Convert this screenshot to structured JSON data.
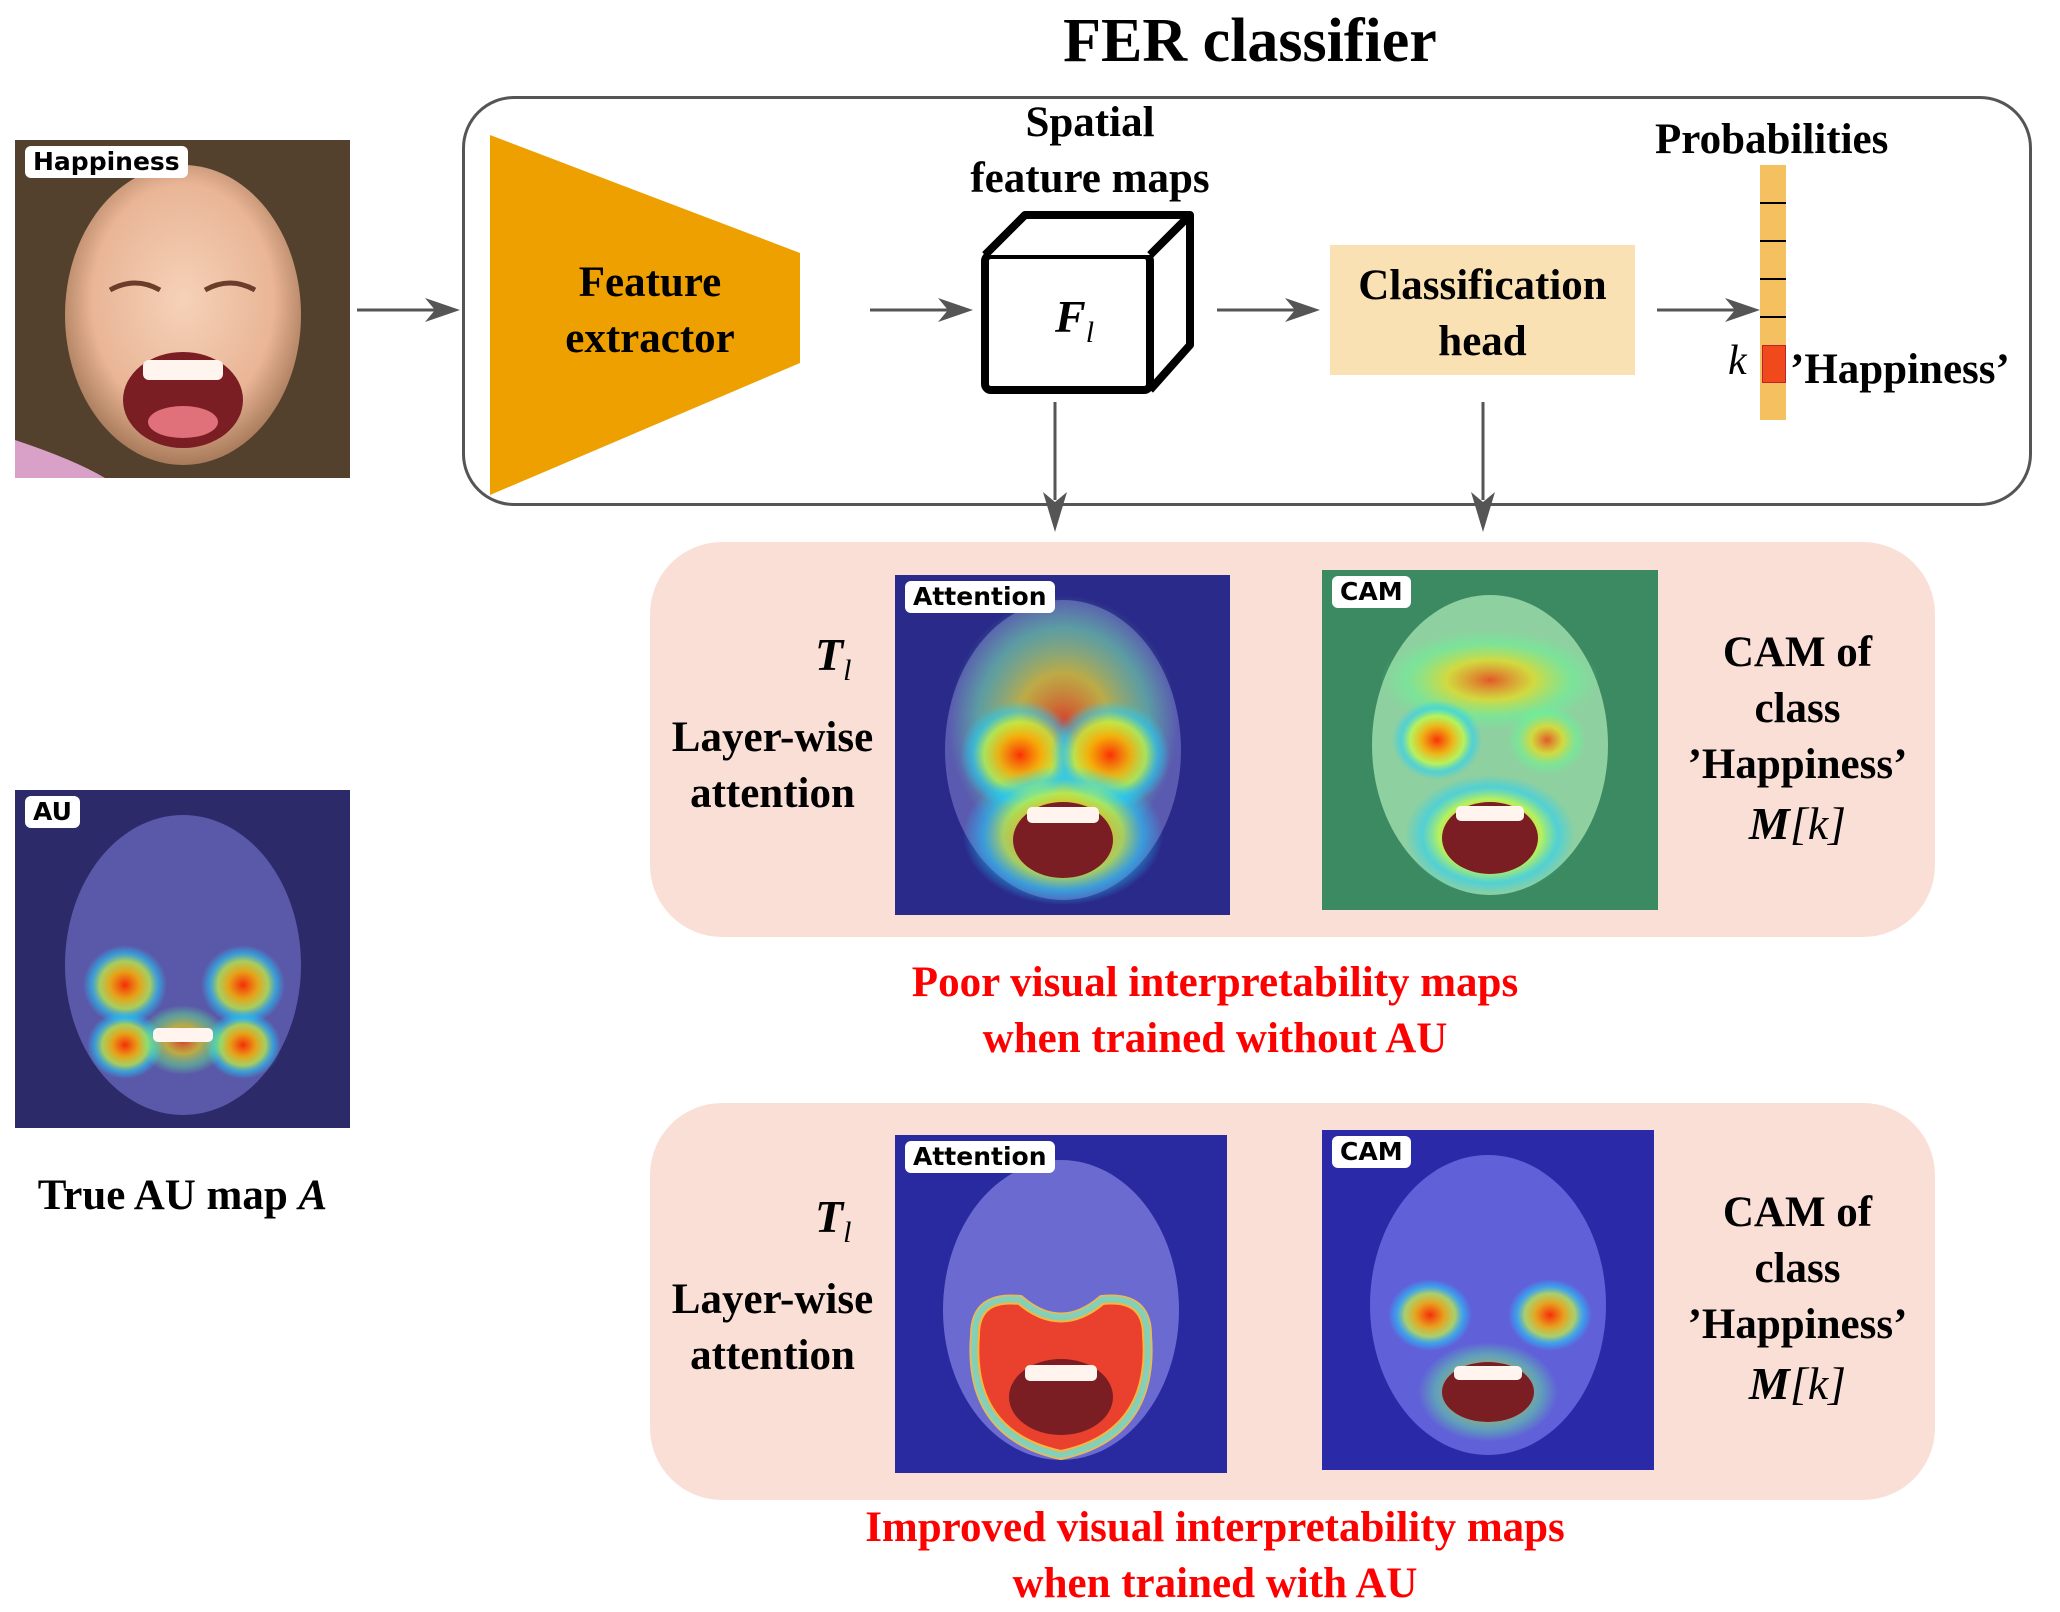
{
  "title": "FER classifier",
  "input": {
    "tag": "Happiness"
  },
  "feature_extractor": {
    "line1": "Feature",
    "line2": "extractor"
  },
  "spatial": {
    "line1": "Spatial",
    "line2": "feature maps",
    "symbol": "F",
    "subscript": "l"
  },
  "classification_head": {
    "line1": "Classification",
    "line2": "head"
  },
  "probabilities": {
    "label": "Probabilities",
    "index": "k",
    "class": "’Happiness’"
  },
  "panel_top": {
    "tl_symbol": "T",
    "tl_subscript": "l",
    "left_line1": "Layer-wise",
    "left_line2": "attention",
    "attention_tag": "Attention",
    "cam_tag": "CAM",
    "right_line1": "CAM of",
    "right_line2": "class",
    "right_line3": "’Happiness’",
    "m_symbol": "M",
    "m_index": "[k]"
  },
  "caption_top": {
    "line1": "Poor visual interpretability maps",
    "line2": "when trained without AU"
  },
  "panel_bottom": {
    "tl_symbol": "T",
    "tl_subscript": "l",
    "left_line1": "Layer-wise",
    "left_line2": "attention",
    "attention_tag": "Attention",
    "cam_tag": "CAM",
    "right_line1": "CAM of",
    "right_line2": "class",
    "right_line3": "’Happiness’",
    "m_symbol": "M",
    "m_index": "[k]"
  },
  "caption_bottom": {
    "line1": "Improved visual interpretability maps",
    "line2": "when trained with AU"
  },
  "au": {
    "tag": "AU",
    "caption": "True AU map",
    "symbol": "A"
  },
  "colors": {
    "extractor": "#eda000",
    "head": "#f9e1b4",
    "panel": "#fadfd6",
    "caption": "#ff0000",
    "prob_bar": "#f5c060",
    "prob_selected": "#f04a1c"
  }
}
